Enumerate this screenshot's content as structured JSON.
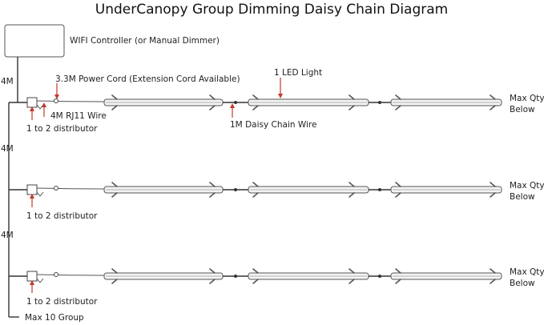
{
  "title": "UnderCanopy Group Dimming Daisy Chain Diagram",
  "controller_label": "WIFI Controller (or Manual Dimmer)",
  "power_cord_label": "3.3M Power Cord (Extension Cord Available)",
  "led_light_label": "1 LED Light",
  "rj11_label": "4M RJ11 Wire",
  "daisy_chain_label": "1M Daisy Chain Wire",
  "distributor_label": "1 to 2 distributor",
  "segment_label": "4M",
  "max_qty_line1": "Max Qty",
  "max_qty_line2": "Below",
  "max_group_label": "Max 10 Group",
  "colors": {
    "accent": "#c0392b",
    "line": "#333333"
  }
}
